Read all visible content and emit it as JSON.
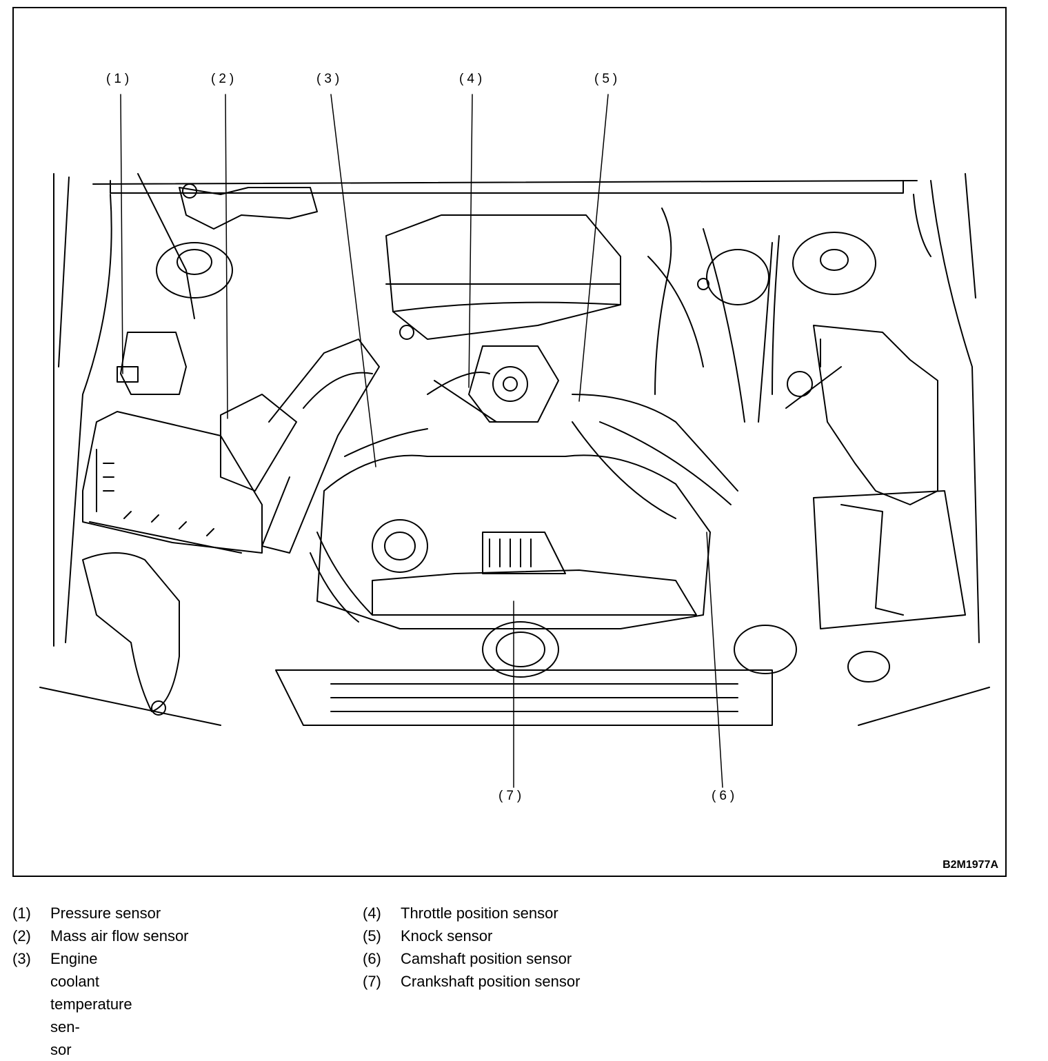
{
  "figure": {
    "code": "B2M1977A",
    "callouts": [
      {
        "id": "1",
        "label": "(1)"
      },
      {
        "id": "2",
        "label": "(2)"
      },
      {
        "id": "3",
        "label": "(3)"
      },
      {
        "id": "4",
        "label": "(4)"
      },
      {
        "id": "5",
        "label": "(5)"
      },
      {
        "id": "6",
        "label": "(6)"
      },
      {
        "id": "7",
        "label": "(7)"
      }
    ]
  },
  "legend": [
    {
      "num": "(1)",
      "text": "Pressure sensor"
    },
    {
      "num": "(2)",
      "text": "Mass air flow sensor"
    },
    {
      "num": "(3)",
      "text": "Engine coolant temperature sen-\nsor"
    },
    {
      "num": "(4)",
      "text": "Throttle position sensor"
    },
    {
      "num": "(5)",
      "text": "Knock sensor"
    },
    {
      "num": "(6)",
      "text": "Camshaft position sensor"
    },
    {
      "num": "(7)",
      "text": "Crankshaft position sensor"
    }
  ]
}
